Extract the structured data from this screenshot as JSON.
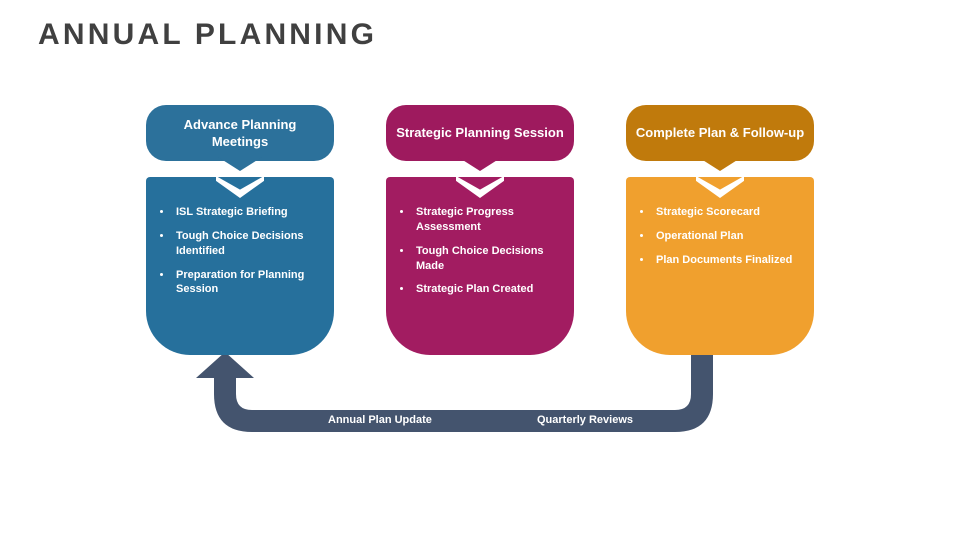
{
  "slide": {
    "title": "ANNUAL PLANNING",
    "title_color": "#404040",
    "background_color": "#FFFFFF"
  },
  "stages": [
    {
      "id": "advance-planning-meetings",
      "header": "Advance Planning Meetings",
      "header_color": "#2C719B",
      "body_color": "#26709C",
      "bullets": [
        "ISL Strategic Briefing",
        "Tough Choice Decisions Identified",
        "Preparation for Planning Session"
      ]
    },
    {
      "id": "strategic-planning-session",
      "header": "Strategic Planning Session",
      "header_color": "#9E1A5E",
      "body_color": "#A21C61",
      "bullets": [
        "Strategic Progress Assessment",
        "Tough Choice Decisions Made",
        "Strategic Plan Created"
      ]
    },
    {
      "id": "complete-plan-follow-up",
      "header": "Complete Plan & Follow-up",
      "header_color": "#C07A0C",
      "body_color": "#F0A02E",
      "bullets": [
        "Strategic Scorecard",
        "Operational Plan",
        "Plan Documents Finalized"
      ]
    }
  ],
  "feedback_loop": {
    "color": "#44546E",
    "labels": {
      "annual": "Annual Plan Update",
      "quarterly": "Quarterly Reviews"
    }
  }
}
